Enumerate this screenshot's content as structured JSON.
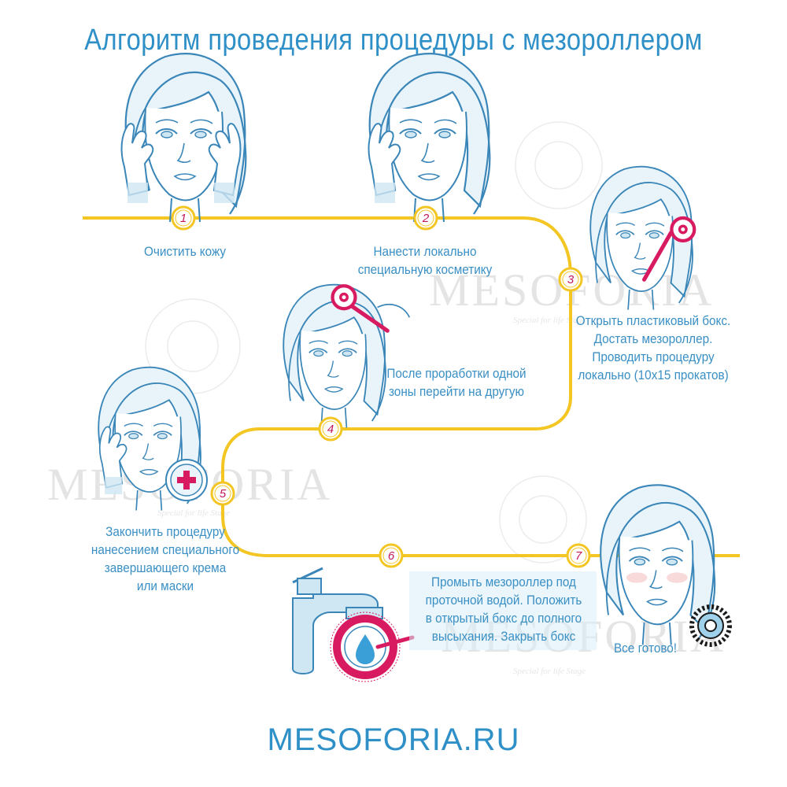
{
  "title": "Алгоритм проведения процедуры с мезороллером",
  "footer": "MESOFORIA.RU",
  "watermark": {
    "brand": "MESOFORIA",
    "tagline": "Special for life Stage"
  },
  "colors": {
    "path": "#f3c623",
    "accent": "#d81b60",
    "text": "#2f8fc7",
    "line": "#3a86b8",
    "fill": "#cfe6f3"
  },
  "steps": [
    {
      "number": "1",
      "lines": [
        "Очистить кожу"
      ]
    },
    {
      "number": "2",
      "lines": [
        "Нанести локально",
        "специальную косметику"
      ]
    },
    {
      "number": "3",
      "lines": [
        "Открыть пластиковый бокс.",
        "Достать мезороллер.",
        "Проводить процедуру",
        "локально (10х15 прокатов)"
      ]
    },
    {
      "number": "4",
      "lines": [
        "После проработки одной",
        "зоны перейти на другую"
      ]
    },
    {
      "number": "5",
      "lines": [
        "Закончить процедуру",
        "нанесением специального",
        "завершающего крема",
        "или маски"
      ]
    },
    {
      "number": "6",
      "lines": [
        "Промыть мезороллер под",
        "проточной водой. Положить",
        "в открытый бокс до полного",
        "высыхания. Закрыть бокс"
      ]
    },
    {
      "number": "7",
      "lines": [
        "Все готово!"
      ]
    }
  ]
}
